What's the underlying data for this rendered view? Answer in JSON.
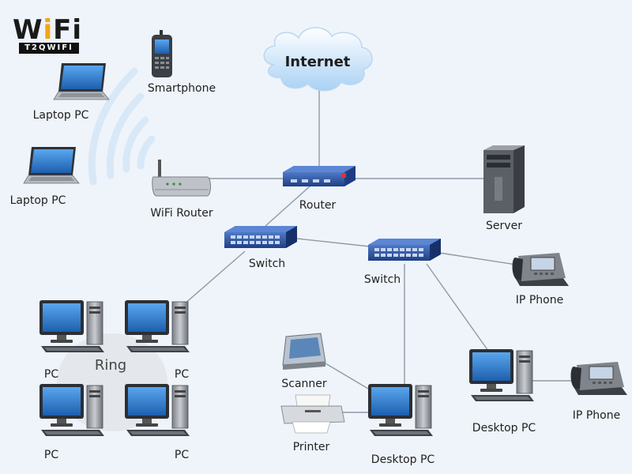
{
  "logo": {
    "word": "WiFi",
    "word_pre": "W",
    "word_i": "i",
    "word_post": "Fi",
    "sub": "T2QWIFI",
    "accent": "#f2a413"
  },
  "labels": {
    "internet": "Internet",
    "smartphone": "Smartphone",
    "laptop_top": "Laptop PC",
    "laptop_bottom": "Laptop PC",
    "wifi_router": "WiFi Router",
    "router": "Router",
    "server": "Server",
    "switch_left": "Switch",
    "switch_right": "Switch",
    "ip_phone_top": "IP Phone",
    "ip_phone_bottom": "IP Phone",
    "ring": "Ring",
    "pc_tl": "PC",
    "pc_tr": "PC",
    "pc_bl": "PC",
    "pc_br": "PC",
    "scanner": "Scanner",
    "printer": "Printer",
    "desktop_center": "Desktop PC",
    "desktop_right": "Desktop PC"
  },
  "colors": {
    "link": "#8f9aa6",
    "device_blue": "#2f5aa8",
    "screen": "#3a87d6",
    "cloud": "#cfe6fb"
  }
}
